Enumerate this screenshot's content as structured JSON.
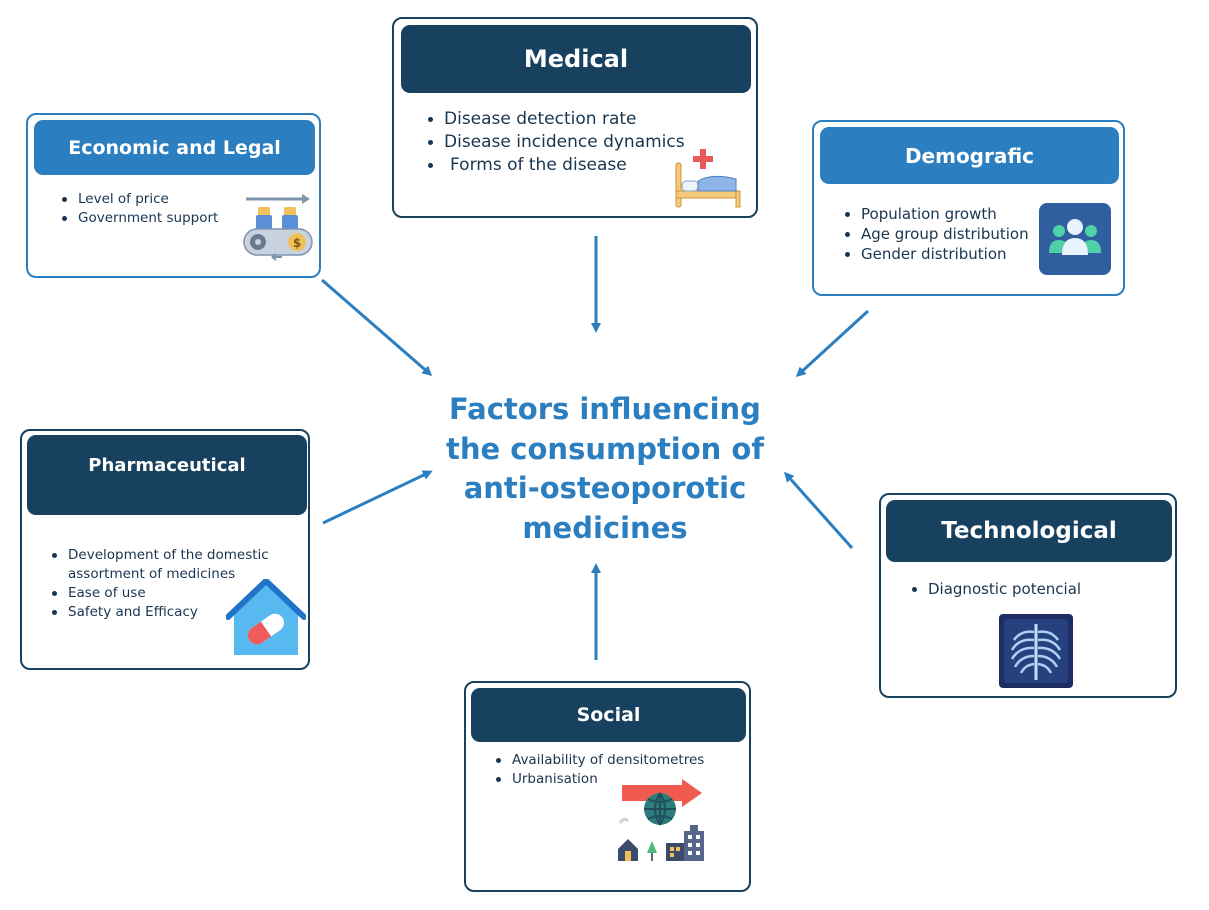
{
  "diagram": {
    "center_title_lines": [
      "Factors influencing",
      "the consumption of",
      "anti-osteoporotic",
      "medicines"
    ],
    "economic": {
      "title": "Economic and Legal",
      "items": [
        "Level of price",
        "Government support"
      ],
      "icon": "price-conveyor-icon"
    },
    "medical": {
      "title": "Medical",
      "items": [
        "Disease detection rate",
        "Disease incidence dynamics",
        "Forms of the disease"
      ],
      "icon": "hospital-bed-icon"
    },
    "demografic": {
      "title": "Demografic",
      "items": [
        "Population growth",
        "Age group distribution",
        "Gender distribution"
      ],
      "icon": "people-group-icon"
    },
    "pharmaceutical": {
      "title": "Pharmaceutical",
      "items": [
        "Development of the domestic assortment of medicines",
        "Ease of use",
        "Safety and Efficacy"
      ],
      "icon": "pill-house-icon"
    },
    "technological": {
      "title": "Technological",
      "items": [
        "Diagnostic potencial"
      ],
      "icon": "xray-ribcage-icon"
    },
    "social": {
      "title": "Social",
      "items": [
        "Availability of densitometres",
        "Urbanisation"
      ],
      "icon": "urbanisation-icon"
    },
    "colors": {
      "light_blue": "#2b7fc1",
      "dark_navy": "#17415e",
      "arrow": "#2b7fc1"
    }
  }
}
